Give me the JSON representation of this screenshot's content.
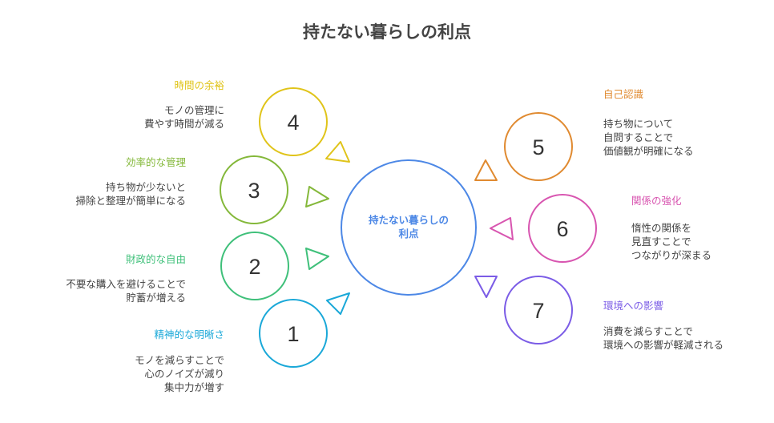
{
  "title": "持たない暮らしの利点",
  "center": {
    "label_line1": "持たない暮らしの",
    "label_line2": "利点",
    "color": "#4d88e6"
  },
  "items": [
    {
      "number": "1",
      "heading": "精神的な明晰さ",
      "desc": "モノを減らすことで\n心のノイズが減り\n集中力が増す",
      "color": "#1aa8d8",
      "side": "left"
    },
    {
      "number": "2",
      "heading": "財政的な自由",
      "desc": "不要な購入を避けることで\n貯蓄が増える",
      "color": "#3fc07a",
      "side": "left"
    },
    {
      "number": "3",
      "heading": "効率的な管理",
      "desc": "持ち物が少ないと\n掃除と整理が簡単になる",
      "color": "#84b83a",
      "side": "left"
    },
    {
      "number": "4",
      "heading": "時間の余裕",
      "desc": "モノの管理に\n費やす時間が減る",
      "color": "#e0c41a",
      "side": "left"
    },
    {
      "number": "5",
      "heading": "自己認識",
      "desc": "持ち物について\n自問することで\n価値観が明確になる",
      "color": "#e08a30",
      "side": "right"
    },
    {
      "number": "6",
      "heading": "関係の強化",
      "desc": "惰性の関係を\n見直すことで\nつながりが深まる",
      "color": "#d855b0",
      "side": "right"
    },
    {
      "number": "7",
      "heading": "環境への影響",
      "desc": "消費を減らすことで\n環境への影響が軽減される",
      "color": "#7b5ce6",
      "side": "right"
    }
  ]
}
